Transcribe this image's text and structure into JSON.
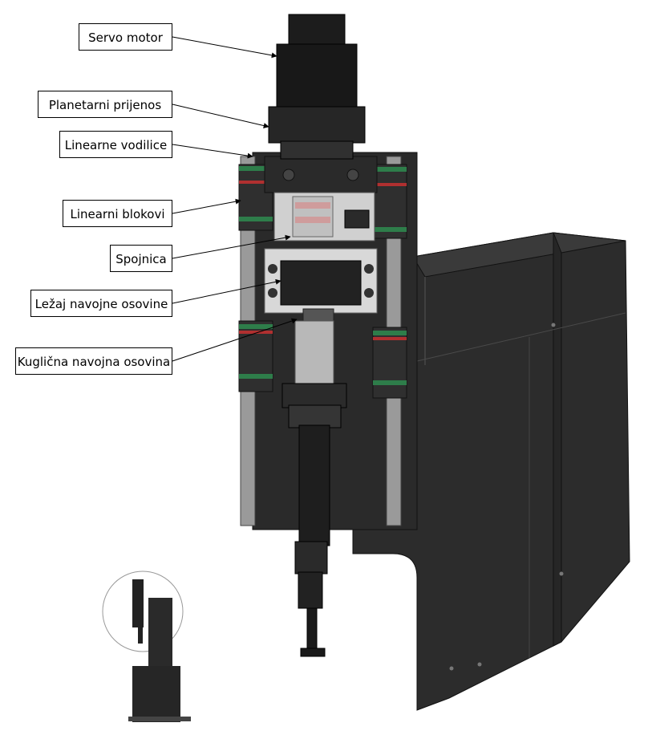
{
  "callouts": {
    "servo_motor": "Servo motor",
    "planetary_gear": "Planetarni prijenos",
    "linear_guides": "Linearne vodilice",
    "linear_blocks": "Linearni blokovi",
    "coupling": "Spojnica",
    "screw_bearing": "Ležaj navojne osovine",
    "ball_screw": "Kuglična navojna osovina"
  },
  "colors": {
    "machine_dark": "#2e2e2e",
    "machine_edge": "#555555",
    "rail_green": "#2e7d4a",
    "rail_red": "#b03030",
    "metal_light": "#b8b8b8"
  }
}
